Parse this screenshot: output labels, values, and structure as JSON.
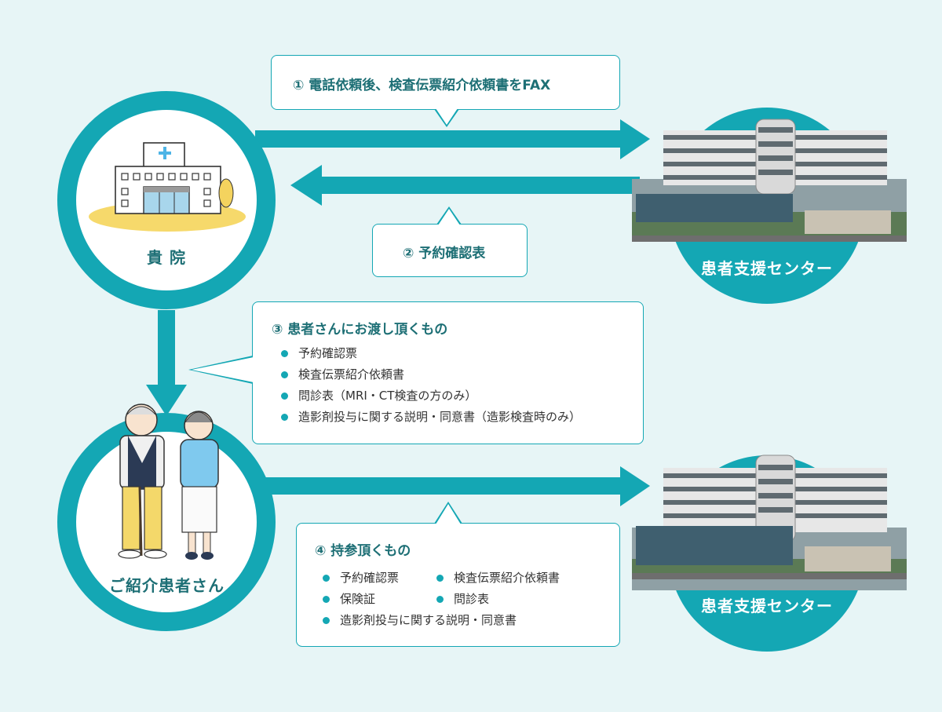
{
  "colors": {
    "accent": "#14a7b4",
    "background": "#e7f5f6",
    "text_dark": "#1d6f75"
  },
  "nodes": {
    "hospital_label": "貴 院",
    "center_top_label": "患者支援センター",
    "patient_label": "ご紹介患者さん",
    "center_bottom_label": "患者支援センター"
  },
  "steps": {
    "step1": "① 電話依頼後、検査伝票紹介依頼書をFAX",
    "step2": "② 予約確認表",
    "step3": {
      "title": "③ 患者さんにお渡し頂くもの",
      "items": [
        "予約確認票",
        "検査伝票紹介依頼書",
        "問診表（MRI・CT検査の方のみ）",
        "造影剤投与に関する説明・同意書（造影検査時のみ）"
      ]
    },
    "step4": {
      "title": "④ 持参頂くもの",
      "items": [
        "予約確認票",
        "検査伝票紹介依頼書",
        "保険証",
        "問診表",
        "造影剤投与に関する説明・同意書"
      ]
    }
  },
  "icons": [
    "hospital-building-icon",
    "medical-center-building-icon",
    "elderly-couple-icon"
  ]
}
